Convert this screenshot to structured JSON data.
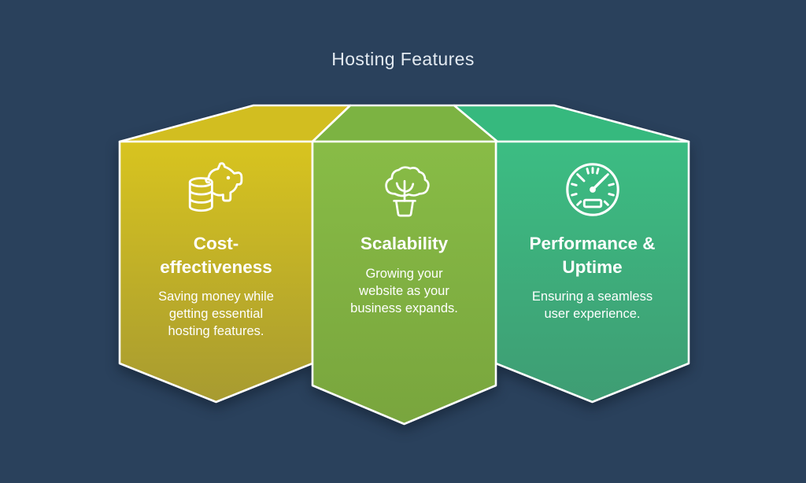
{
  "title": "Hosting Features",
  "colors": {
    "background": "#2a415c",
    "outline": "#ffffff",
    "title_text": "#e3eaf1",
    "card_text": "#ffffff"
  },
  "cards": [
    {
      "icon": "piggy-bank-coins-icon",
      "title": "Cost-effectiveness",
      "title_lines": [
        "Cost-",
        "effectiveness"
      ],
      "description": "Saving money while getting essential hosting features.",
      "description_lines": [
        "Saving money while",
        "getting essential",
        "hosting features."
      ],
      "gradient_top": "#d8c41f",
      "gradient_bottom": "#a39732",
      "flap_color": "#d2be20"
    },
    {
      "icon": "potted-tree-icon",
      "title": "Scalability",
      "title_lines": [
        "Scalability"
      ],
      "description": "Growing your website as your business expands.",
      "description_lines": [
        "Growing your",
        "website as your",
        "business expands."
      ],
      "gradient_top": "#88bc46",
      "gradient_bottom": "#78a43d",
      "flap_color": "#7cb342"
    },
    {
      "icon": "speedometer-icon",
      "title": "Performance & Uptime",
      "title_lines": [
        "Performance &",
        "Uptime"
      ],
      "description": "Ensuring a seamless user experience.",
      "description_lines": [
        "Ensuring a seamless",
        "user experience."
      ],
      "gradient_top": "#3cbd83",
      "gradient_bottom": "#3f9a72",
      "flap_color": "#36b97e"
    }
  ]
}
